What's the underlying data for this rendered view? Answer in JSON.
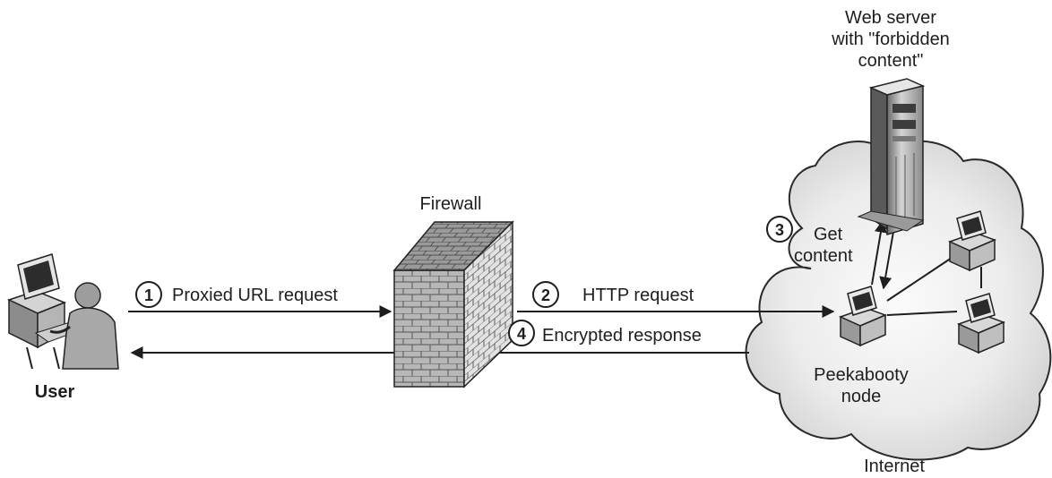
{
  "nodes": {
    "user": "User",
    "firewall": "Firewall",
    "web_server": [
      "Web server",
      "with \"forbidden",
      "content\""
    ],
    "peekabooty": [
      "Peekabooty",
      "node"
    ],
    "internet": "Internet"
  },
  "steps": [
    {
      "number": "1",
      "label": "Proxied URL request"
    },
    {
      "number": "2",
      "label": "HTTP request"
    },
    {
      "number": "3",
      "label": [
        "Get",
        "content"
      ]
    },
    {
      "number": "4",
      "label": "Encrypted response"
    }
  ]
}
